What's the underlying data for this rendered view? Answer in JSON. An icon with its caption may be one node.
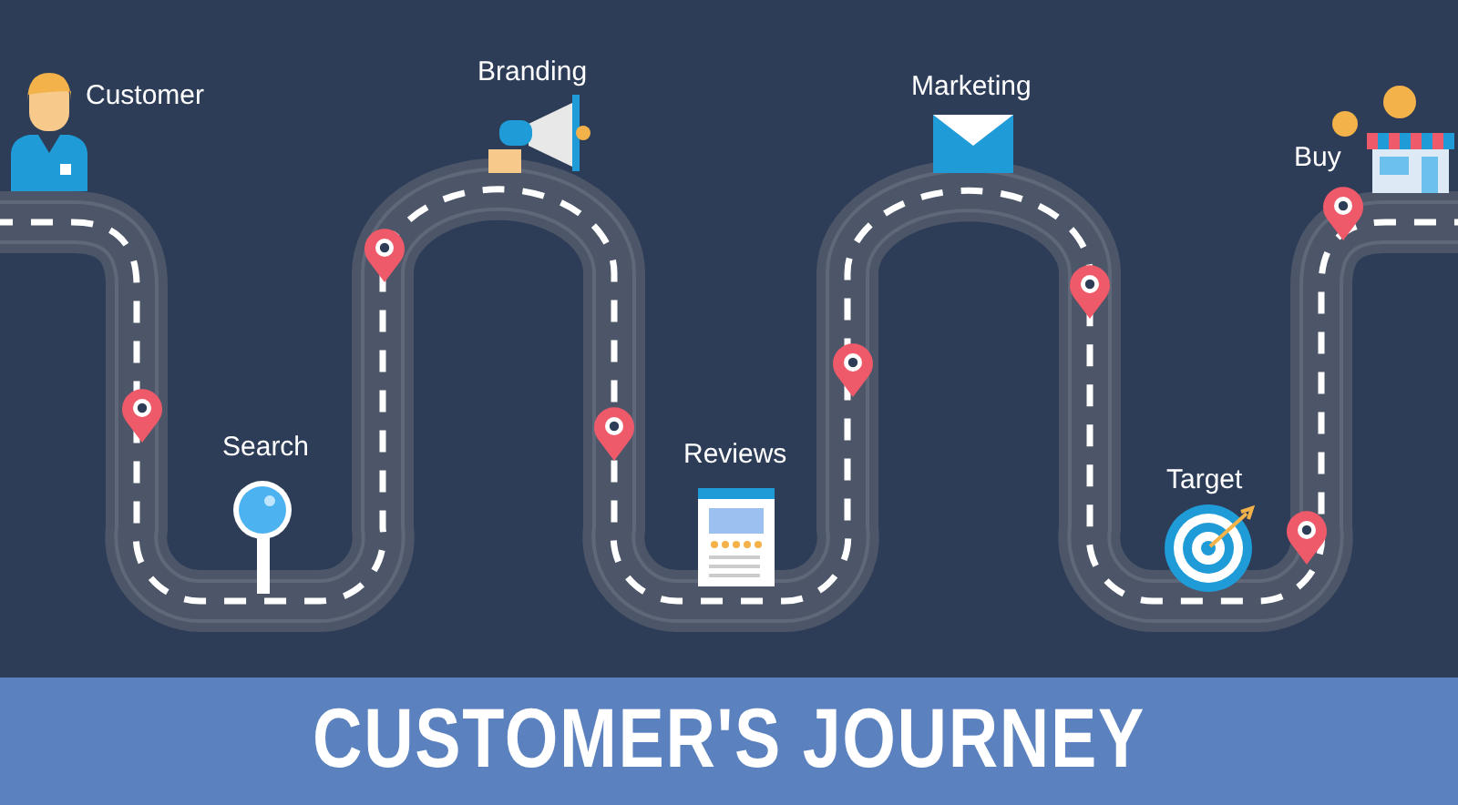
{
  "diagram": {
    "title": "CUSTOMER'S JOURNEY",
    "labels": [
      "Customer",
      "Branding",
      "Marketing",
      "Buy",
      "Search",
      "Reviews",
      "Target"
    ]
  }
}
